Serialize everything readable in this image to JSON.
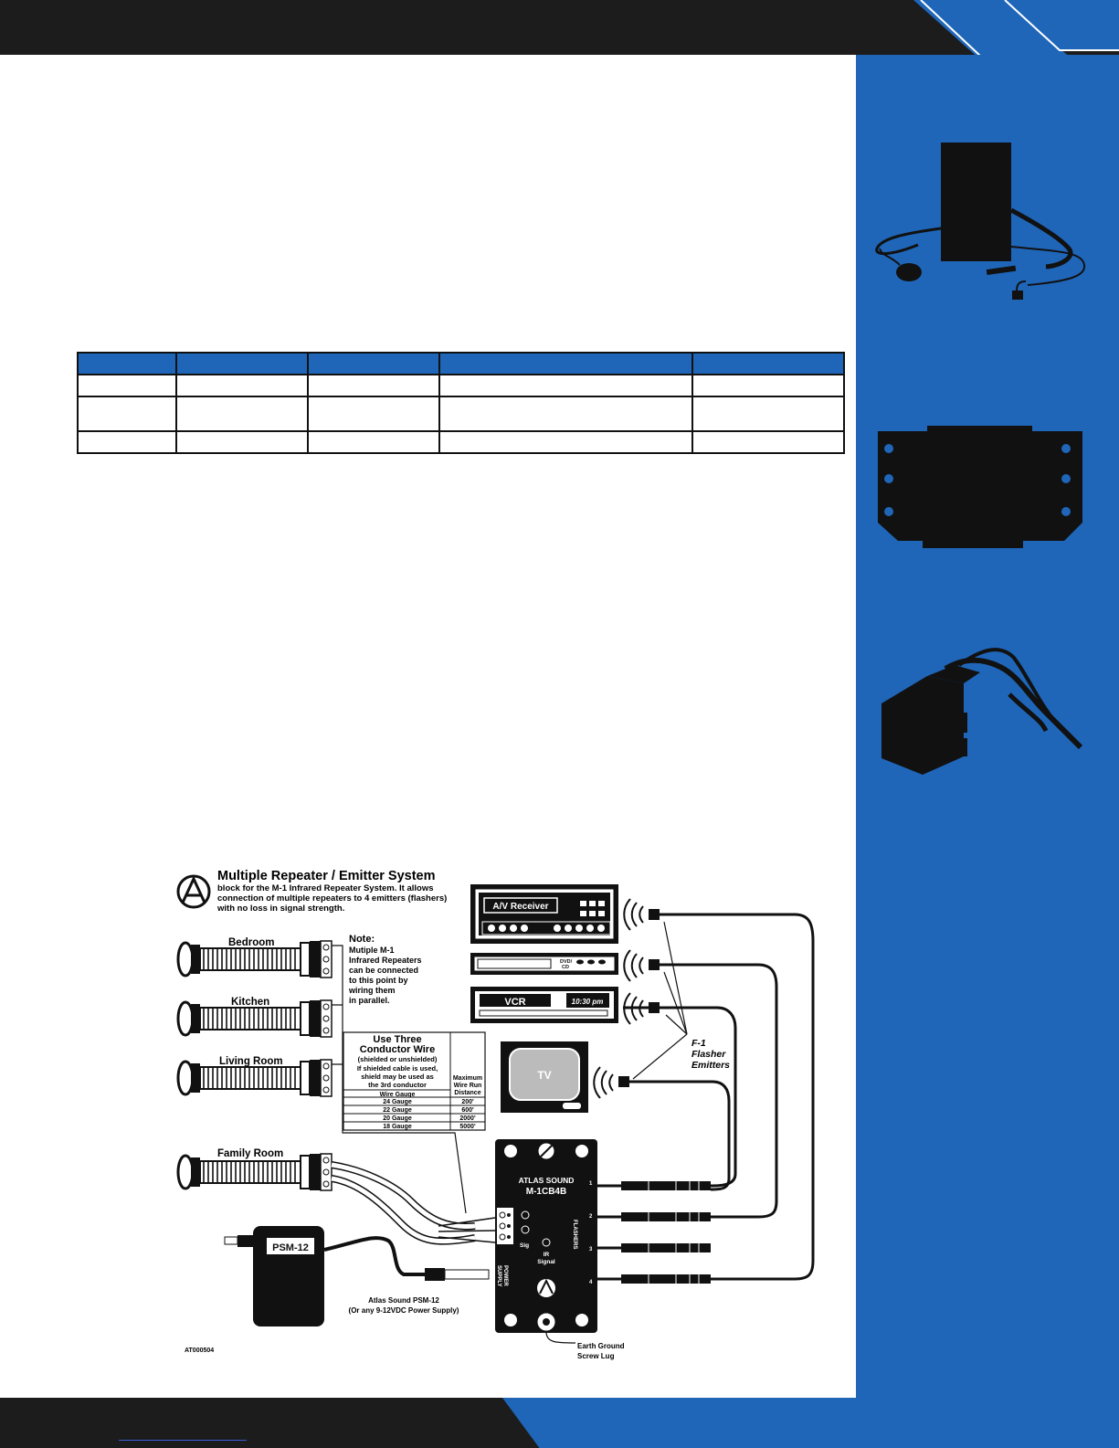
{
  "diagram": {
    "title": "Multiple Repeater / Emitter System",
    "intro": [
      "block for the M-1 Infrared Repeater System. It allows",
      "connection of multiple repeaters to 4 emitters (flashers)",
      "with no loss in signal strength."
    ],
    "rooms": [
      "Bedroom",
      "Kitchen",
      "Living Room",
      "Family Room"
    ],
    "note": [
      "Note:",
      "Mutiple M-1",
      "Infrared Repeaters",
      "can be connected",
      "to this point by",
      "wiring them",
      "in parallel."
    ],
    "wire_box": {
      "heading": [
        "Use Three",
        "Conductor Wire"
      ],
      "sub": "(shielded or unshielded)",
      "shield_note": [
        "If shielded cable is used,",
        "shield may be used as",
        "the 3rd conductor"
      ],
      "col_gauge": "Wire Gauge",
      "col_distance": [
        "Maximum",
        "Wire Run",
        "Distance"
      ],
      "rows": [
        {
          "gauge": "24 Gauge",
          "distance": "200'"
        },
        {
          "gauge": "22 Gauge",
          "distance": "600'"
        },
        {
          "gauge": "20 Gauge",
          "distance": "2000'"
        },
        {
          "gauge": "18 Gauge",
          "distance": "5000'"
        }
      ]
    },
    "devices": {
      "receiver": "A/V Receiver",
      "dvd": [
        "DVD/",
        "CD"
      ],
      "vcr": "VCR",
      "vcr_time": "10:30 pm",
      "tv": "TV"
    },
    "emitters_label": [
      "F-1",
      "Flasher",
      "Emitters"
    ],
    "module": {
      "brand": "ATLAS SOUND",
      "model": "M-1CB4B",
      "flashers": "FLASHERS",
      "ports": [
        "1",
        "2",
        "3",
        "4"
      ],
      "sig": "Sig",
      "ir": [
        "IR",
        "Signal"
      ],
      "power": [
        "POWER",
        "SUPPLY"
      ]
    },
    "psu": {
      "label": "PSM-12",
      "caption": [
        "Atlas Sound PSM-12",
        "(Or any 9-12VDC Power Supply)"
      ]
    },
    "ground": [
      "Earth Ground",
      "Screw Lug"
    ],
    "code": "AT000504"
  }
}
